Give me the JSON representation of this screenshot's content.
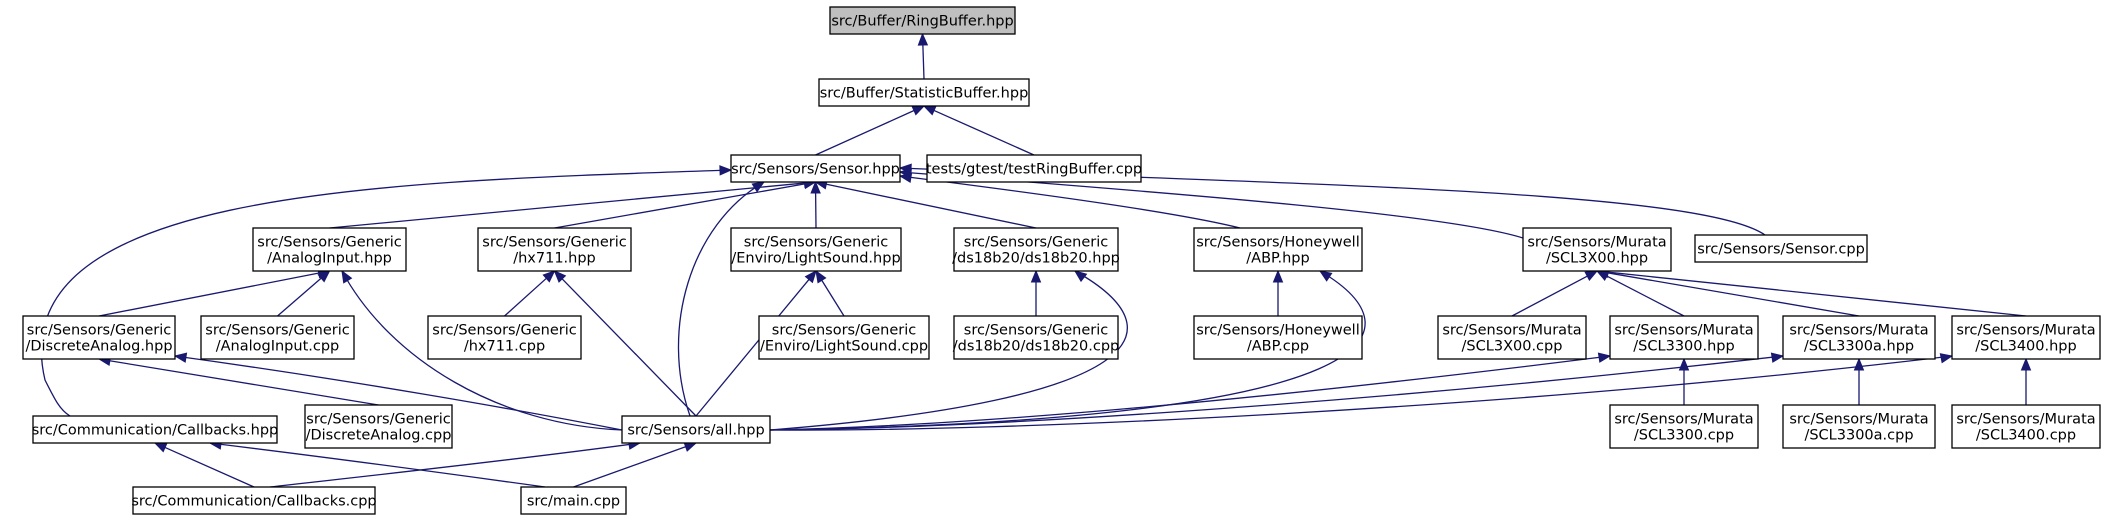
{
  "diagram": {
    "edge_color": "#191970",
    "root_fill": "#bfbfbf",
    "nodes": [
      {
        "id": "ringbuffer",
        "lines": [
          "src/Buffer/RingBuffer.hpp"
        ],
        "root": true
      },
      {
        "id": "statisticbuffer",
        "lines": [
          "src/Buffer/StatisticBuffer.hpp"
        ]
      },
      {
        "id": "sensor_hpp",
        "lines": [
          "src/Sensors/Sensor.hpp"
        ]
      },
      {
        "id": "testringbuffer",
        "lines": [
          "tests/gtest/testRingBuffer.cpp"
        ]
      },
      {
        "id": "analoginput_hpp",
        "lines": [
          "src/Sensors/Generic",
          "/AnalogInput.hpp"
        ]
      },
      {
        "id": "hx711_hpp",
        "lines": [
          "src/Sensors/Generic",
          "/hx711.hpp"
        ]
      },
      {
        "id": "lightsound_hpp",
        "lines": [
          "src/Sensors/Generic",
          "/Enviro/LightSound.hpp"
        ]
      },
      {
        "id": "ds18b20_hpp",
        "lines": [
          "src/Sensors/Generic",
          "/ds18b20/ds18b20.hpp"
        ]
      },
      {
        "id": "abp_hpp",
        "lines": [
          "src/Sensors/Honeywell",
          "/ABP.hpp"
        ]
      },
      {
        "id": "scl3x00_hpp",
        "lines": [
          "src/Sensors/Murata",
          "/SCL3X00.hpp"
        ]
      },
      {
        "id": "sensor_cpp",
        "lines": [
          "src/Sensors/Sensor.cpp"
        ]
      },
      {
        "id": "discreteanalog_hpp",
        "lines": [
          "src/Sensors/Generic",
          "/DiscreteAnalog.hpp"
        ]
      },
      {
        "id": "analoginput_cpp",
        "lines": [
          "src/Sensors/Generic",
          "/AnalogInput.cpp"
        ]
      },
      {
        "id": "hx711_cpp",
        "lines": [
          "src/Sensors/Generic",
          "/hx711.cpp"
        ]
      },
      {
        "id": "lightsound_cpp",
        "lines": [
          "src/Sensors/Generic",
          "/Enviro/LightSound.cpp"
        ]
      },
      {
        "id": "ds18b20_cpp",
        "lines": [
          "src/Sensors/Generic",
          "/ds18b20/ds18b20.cpp"
        ]
      },
      {
        "id": "abp_cpp",
        "lines": [
          "src/Sensors/Honeywell",
          "/ABP.cpp"
        ]
      },
      {
        "id": "scl3x00_cpp",
        "lines": [
          "src/Sensors/Murata",
          "/SCL3X00.cpp"
        ]
      },
      {
        "id": "scl3300_hpp",
        "lines": [
          "src/Sensors/Murata",
          "/SCL3300.hpp"
        ]
      },
      {
        "id": "scl3300a_hpp",
        "lines": [
          "src/Sensors/Murata",
          "/SCL3300a.hpp"
        ]
      },
      {
        "id": "scl3400_hpp",
        "lines": [
          "src/Sensors/Murata",
          "/SCL3400.hpp"
        ]
      },
      {
        "id": "callbacks_hpp",
        "lines": [
          "src/Communication/Callbacks.hpp"
        ]
      },
      {
        "id": "discreteanalog_cpp",
        "lines": [
          "src/Sensors/Generic",
          "/DiscreteAnalog.cpp"
        ]
      },
      {
        "id": "all_hpp",
        "lines": [
          "src/Sensors/all.hpp"
        ]
      },
      {
        "id": "scl3300_cpp",
        "lines": [
          "src/Sensors/Murata",
          "/SCL3300.cpp"
        ]
      },
      {
        "id": "scl3300a_cpp",
        "lines": [
          "src/Sensors/Murata",
          "/SCL3300a.cpp"
        ]
      },
      {
        "id": "scl3400_cpp",
        "lines": [
          "src/Sensors/Murata",
          "/SCL3400.cpp"
        ]
      },
      {
        "id": "callbacks_cpp",
        "lines": [
          "src/Communication/Callbacks.cpp"
        ]
      },
      {
        "id": "main_cpp",
        "lines": [
          "src/main.cpp"
        ]
      }
    ],
    "edges": [
      {
        "from": "ringbuffer",
        "to": "statisticbuffer"
      },
      {
        "from": "statisticbuffer",
        "to": "sensor_hpp"
      },
      {
        "from": "statisticbuffer",
        "to": "testringbuffer"
      },
      {
        "from": "sensor_hpp",
        "to": "analoginput_hpp"
      },
      {
        "from": "sensor_hpp",
        "to": "hx711_hpp"
      },
      {
        "from": "sensor_hpp",
        "to": "lightsound_hpp"
      },
      {
        "from": "sensor_hpp",
        "to": "ds18b20_hpp"
      },
      {
        "from": "sensor_hpp",
        "to": "abp_hpp"
      },
      {
        "from": "sensor_hpp",
        "to": "scl3x00_hpp"
      },
      {
        "from": "sensor_hpp",
        "to": "sensor_cpp"
      },
      {
        "from": "sensor_hpp",
        "to": "all_hpp"
      },
      {
        "from": "sensor_hpp",
        "to": "callbacks_hpp"
      },
      {
        "from": "analoginput_hpp",
        "to": "discreteanalog_hpp"
      },
      {
        "from": "analoginput_hpp",
        "to": "analoginput_cpp"
      },
      {
        "from": "analoginput_hpp",
        "to": "all_hpp"
      },
      {
        "from": "hx711_hpp",
        "to": "hx711_cpp"
      },
      {
        "from": "hx711_hpp",
        "to": "all_hpp"
      },
      {
        "from": "lightsound_hpp",
        "to": "lightsound_cpp"
      },
      {
        "from": "lightsound_hpp",
        "to": "all_hpp"
      },
      {
        "from": "ds18b20_hpp",
        "to": "ds18b20_cpp"
      },
      {
        "from": "ds18b20_hpp",
        "to": "all_hpp"
      },
      {
        "from": "abp_hpp",
        "to": "abp_cpp"
      },
      {
        "from": "abp_hpp",
        "to": "all_hpp"
      },
      {
        "from": "scl3x00_hpp",
        "to": "scl3x00_cpp"
      },
      {
        "from": "scl3x00_hpp",
        "to": "scl3300_hpp"
      },
      {
        "from": "scl3x00_hpp",
        "to": "scl3300a_hpp"
      },
      {
        "from": "scl3x00_hpp",
        "to": "scl3400_hpp"
      },
      {
        "from": "discreteanalog_hpp",
        "to": "discreteanalog_cpp"
      },
      {
        "from": "discreteanalog_hpp",
        "to": "all_hpp"
      },
      {
        "from": "scl3300_hpp",
        "to": "all_hpp"
      },
      {
        "from": "scl3300_hpp",
        "to": "scl3300_cpp"
      },
      {
        "from": "scl3300a_hpp",
        "to": "all_hpp"
      },
      {
        "from": "scl3300a_hpp",
        "to": "scl3300a_cpp"
      },
      {
        "from": "scl3400_hpp",
        "to": "all_hpp"
      },
      {
        "from": "scl3400_hpp",
        "to": "scl3400_cpp"
      },
      {
        "from": "callbacks_hpp",
        "to": "callbacks_cpp"
      },
      {
        "from": "callbacks_hpp",
        "to": "main_cpp"
      },
      {
        "from": "all_hpp",
        "to": "callbacks_cpp"
      },
      {
        "from": "all_hpp",
        "to": "main_cpp"
      }
    ]
  }
}
